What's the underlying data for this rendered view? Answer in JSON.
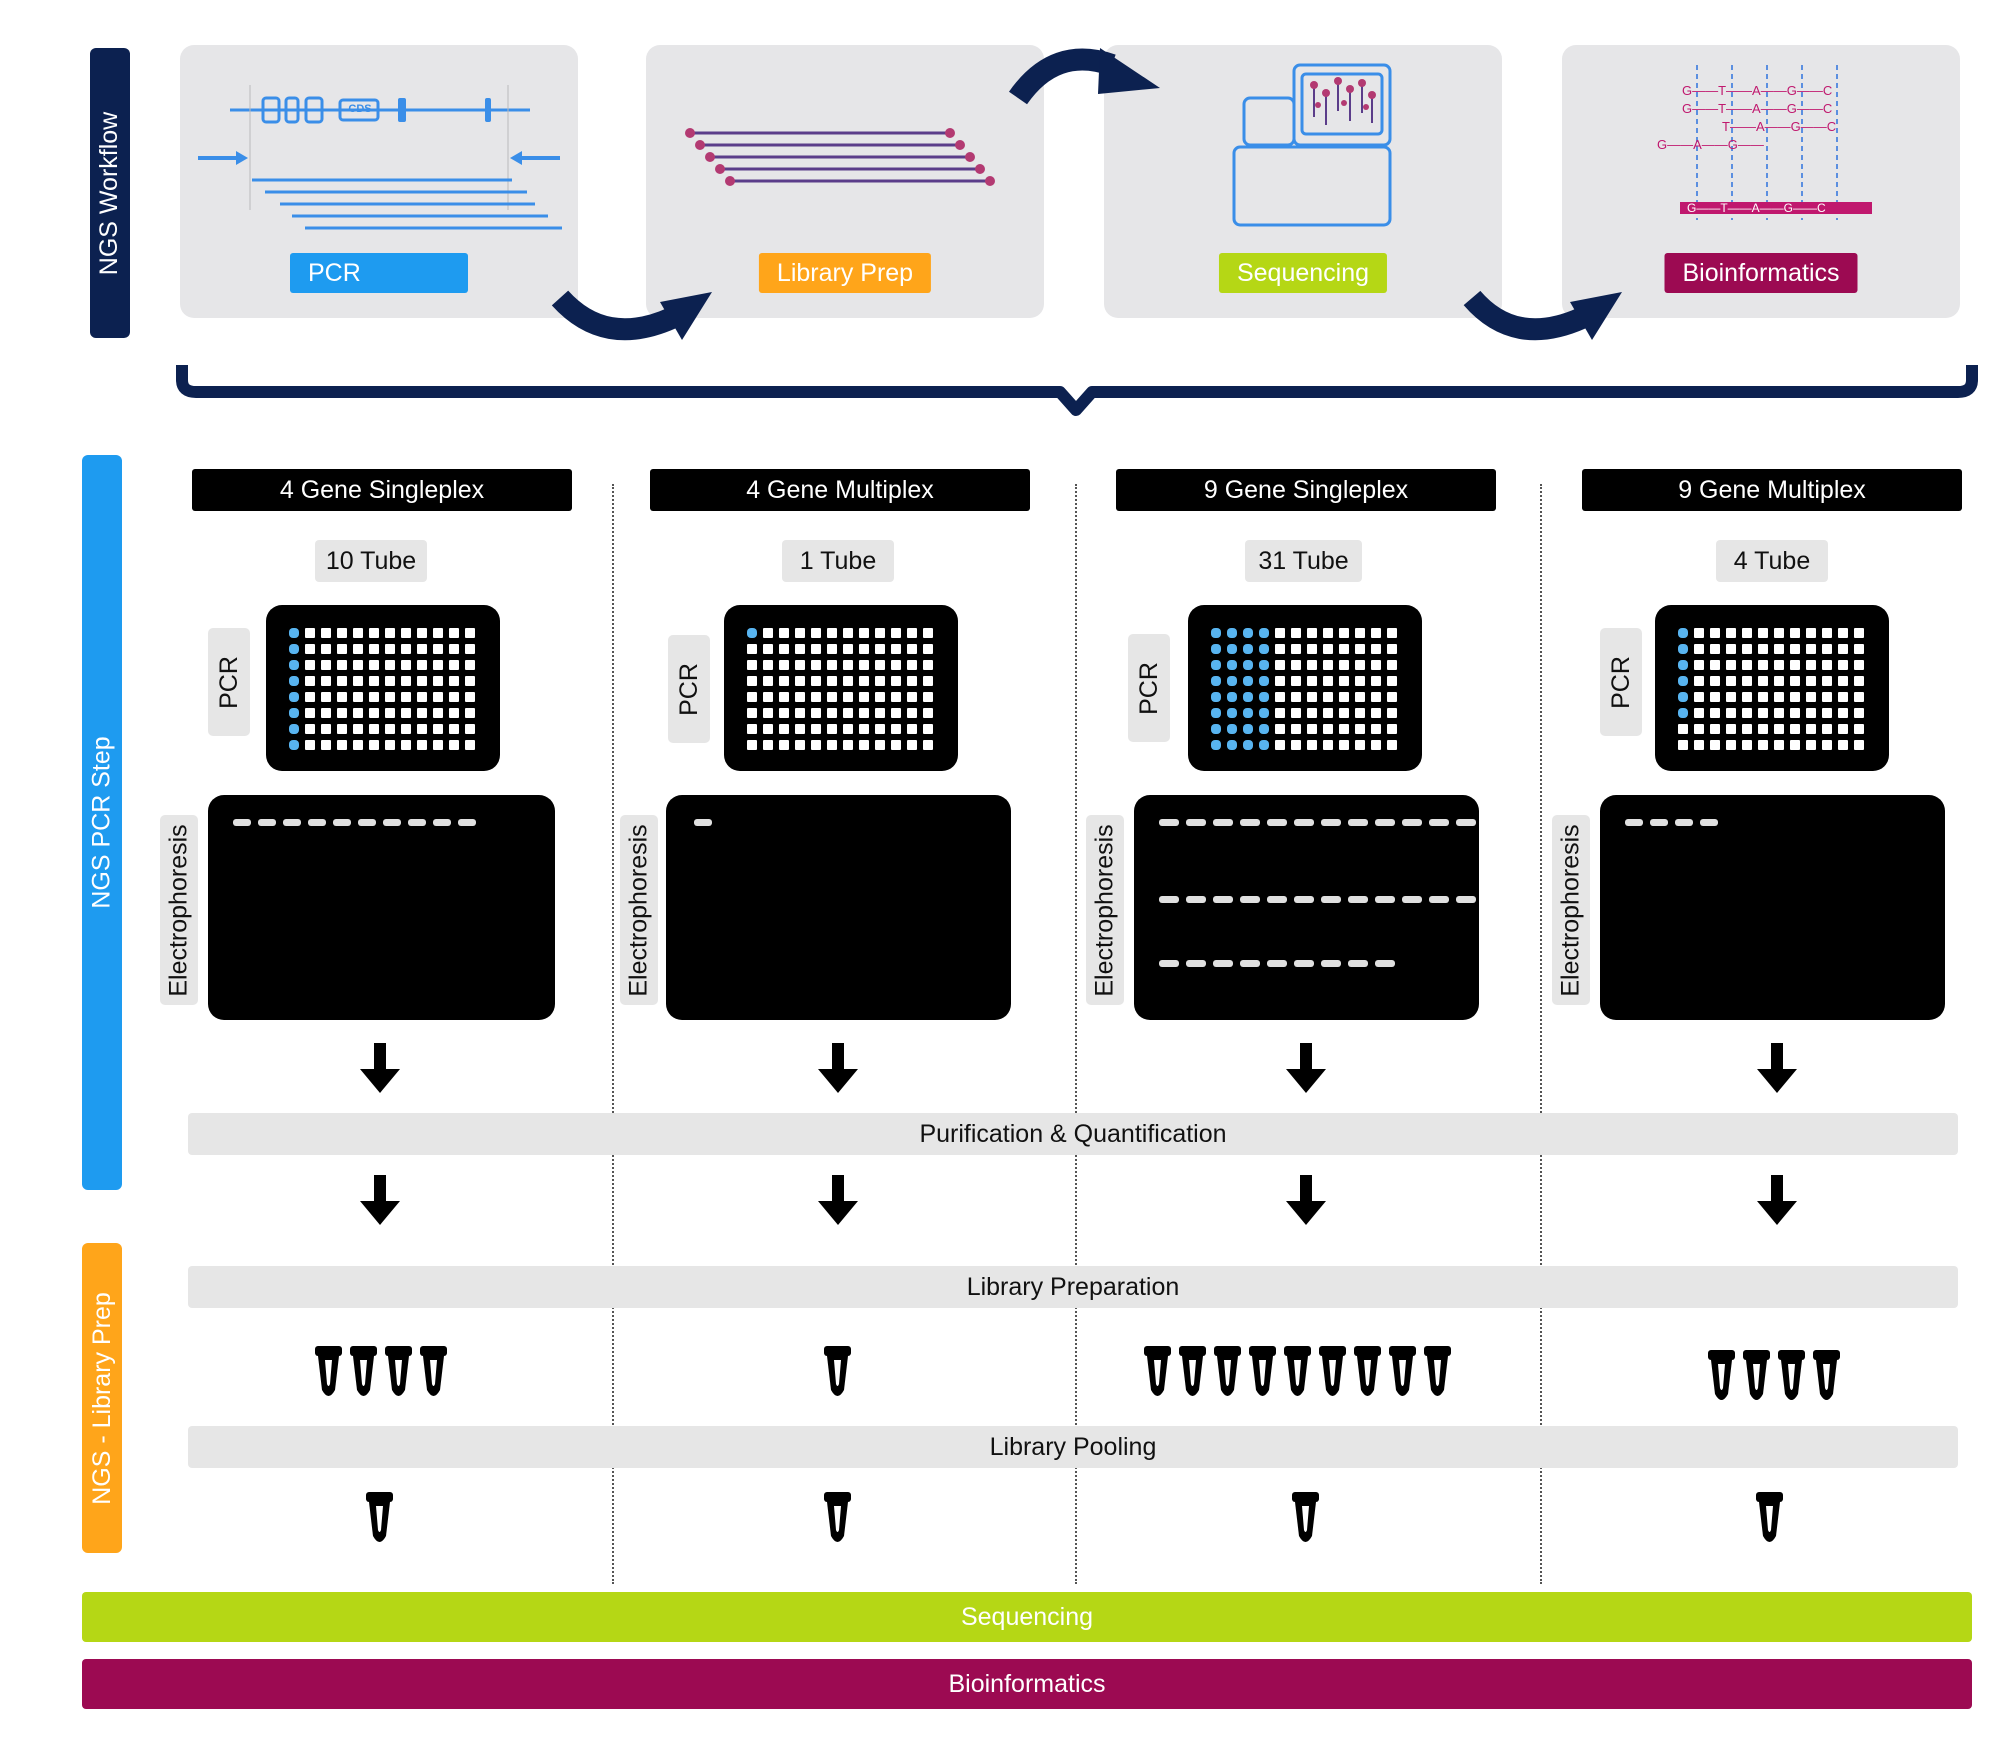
{
  "colors": {
    "navy": "#0c2150",
    "pcr_blue": "#1e9bf0",
    "library_orange": "#ffa51a",
    "sequencing_green": "#b5d715",
    "bioinformatics_magenta": "#9c0a52"
  },
  "workflow": {
    "side_label": "NGS Workflow",
    "panels": [
      {
        "label": "PCR",
        "icon": "pcr-gene-icon"
      },
      {
        "label": "Library Prep",
        "icon": "library-fragments-icon"
      },
      {
        "label": "Sequencing",
        "icon": "sequencer-icon"
      },
      {
        "label": "Bioinformatics",
        "icon": "alignment-icon"
      }
    ],
    "gene_tag": "CDS",
    "alignment_rows": [
      "G——T——A——G——C",
      "G——T——A——G——C",
      "T——A——G——C",
      "G——A——G——",
      "G——T——A——G——C"
    ]
  },
  "pcr_section": {
    "side_label": "NGS PCR Step"
  },
  "library_section": {
    "side_label": "NGS - Library Prep"
  },
  "columns": [
    {
      "title": "4 Gene Singleplex",
      "tubes": "10 Tube",
      "pcr_label": "PCR",
      "electro_label": "Electrophoresis",
      "library_tubes": 4,
      "pooled_tubes": 1
    },
    {
      "title": "4 Gene Multiplex",
      "tubes": "1 Tube",
      "pcr_label": "PCR",
      "electro_label": "Electrophoresis",
      "library_tubes": 1,
      "pooled_tubes": 1
    },
    {
      "title": "9 Gene Singleplex",
      "tubes": "31 Tube",
      "pcr_label": "PCR",
      "electro_label": "Electrophoresis",
      "library_tubes": 9,
      "pooled_tubes": 1
    },
    {
      "title": "9 Gene Multiplex",
      "tubes": "4 Tube",
      "pcr_label": "PCR",
      "electro_label": "Electrophoresis",
      "library_tubes": 4,
      "pooled_tubes": 1
    }
  ],
  "steps": {
    "purification": "Purification & Quantification",
    "library_preparation": "Library Preparation",
    "library_pooling": "Library Pooling"
  },
  "bottom": {
    "sequencing": "Sequencing",
    "bioinformatics": "Bioinformatics"
  }
}
